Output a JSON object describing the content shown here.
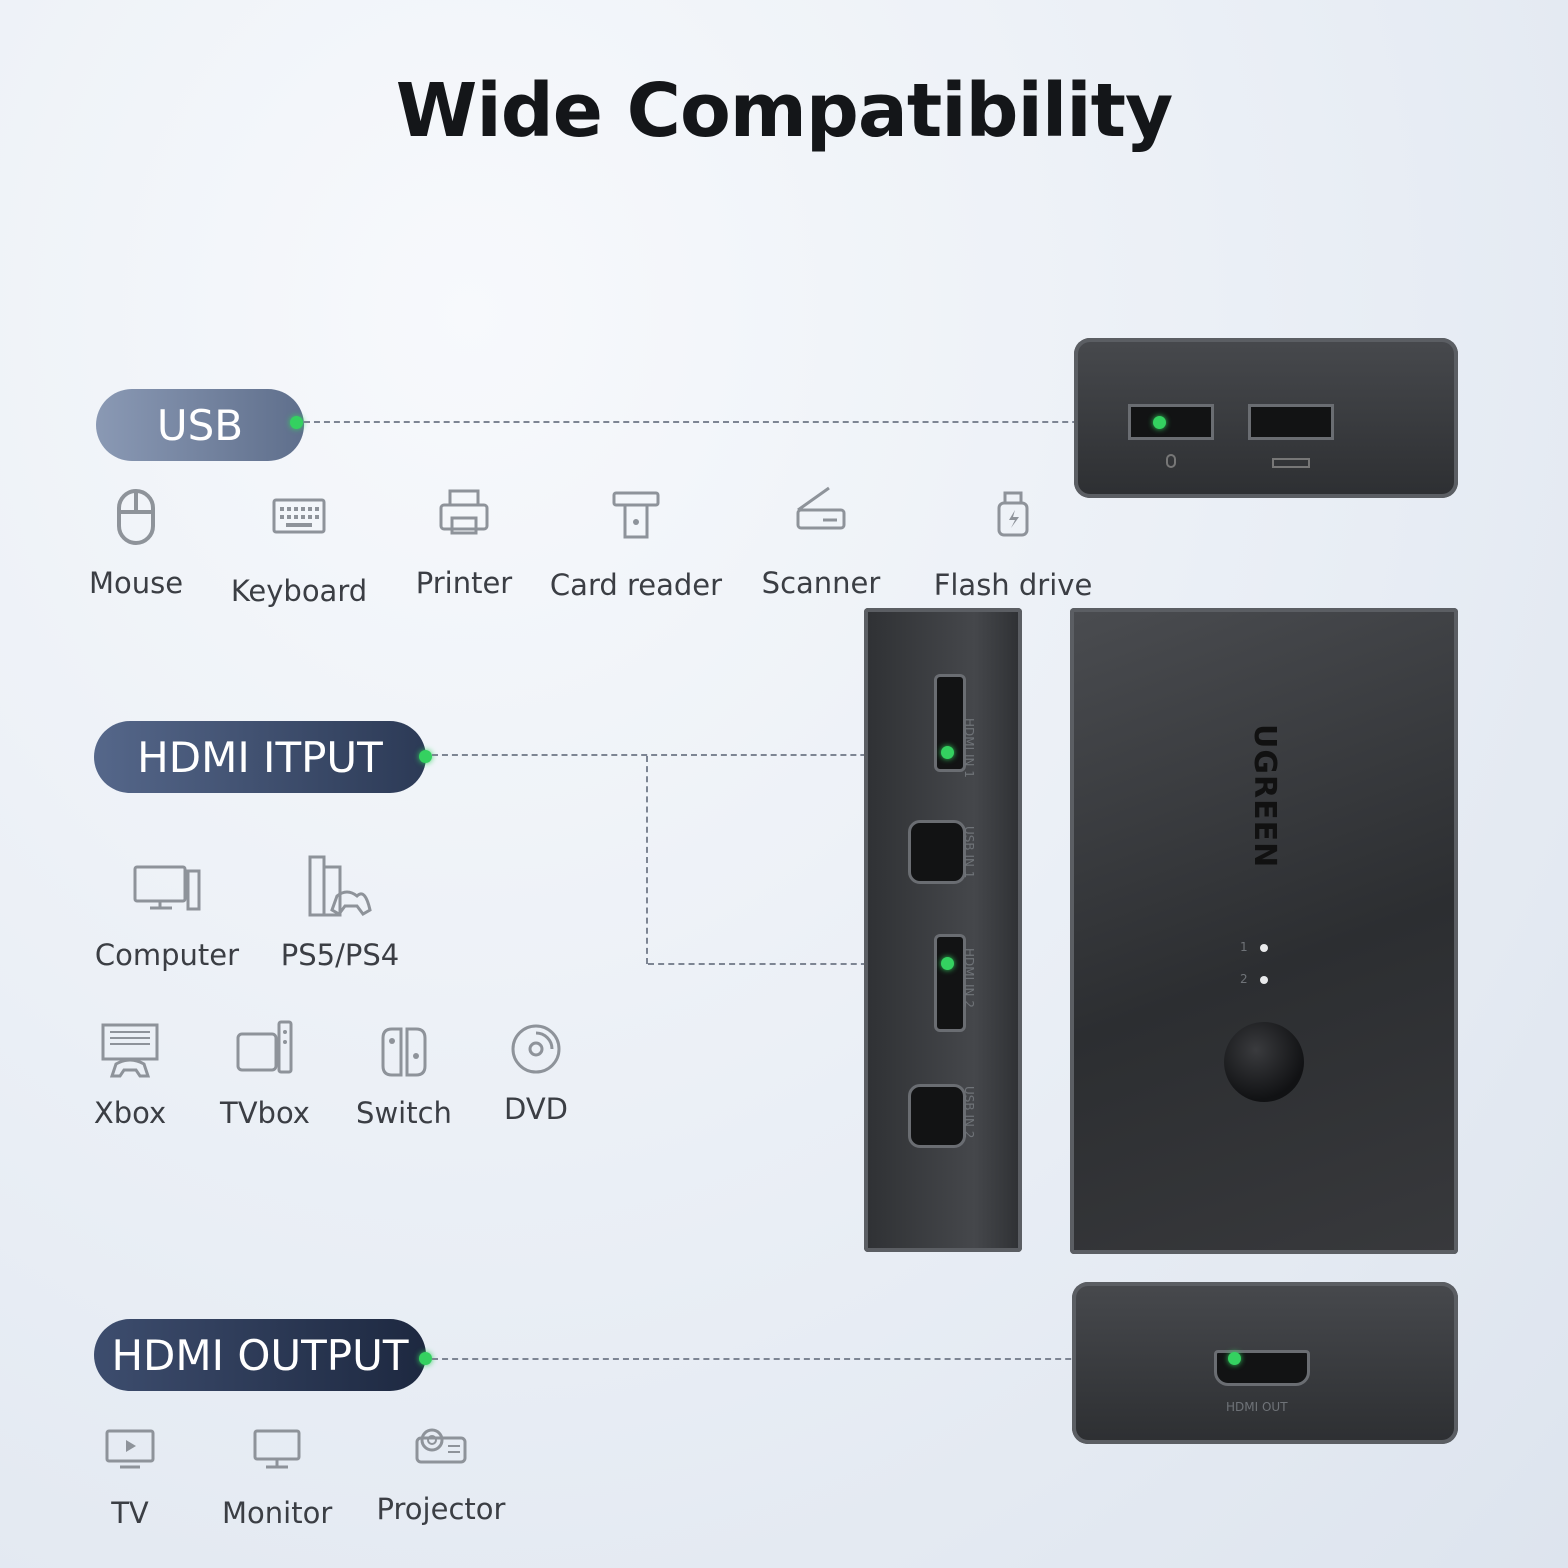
{
  "title": "Wide Compatibility",
  "sections": {
    "usb": {
      "label": "USB"
    },
    "hdmi_input": {
      "label": "HDMI ITPUT"
    },
    "hdmi_output": {
      "label": "HDMI OUTPUT"
    }
  },
  "usb_devices": [
    "Mouse",
    "Keyboard",
    "Printer",
    "Card reader",
    "Scanner",
    "Flash drive"
  ],
  "input_devices": [
    "Computer",
    "PS5/PS4",
    "Xbox",
    "TVbox",
    "Switch",
    "DVD"
  ],
  "output_devices": [
    "TV",
    "Monitor",
    "Projector"
  ],
  "device": {
    "brand": "UGREEN",
    "ports": [
      "HDMI IN 1",
      "USB IN 1",
      "HDMI IN 2",
      "USB IN 2"
    ],
    "out_port": "HDMI OUT",
    "indicators": [
      "1",
      "2"
    ]
  },
  "colors": {
    "accent_dot": "#34d160",
    "title": "#141619"
  }
}
